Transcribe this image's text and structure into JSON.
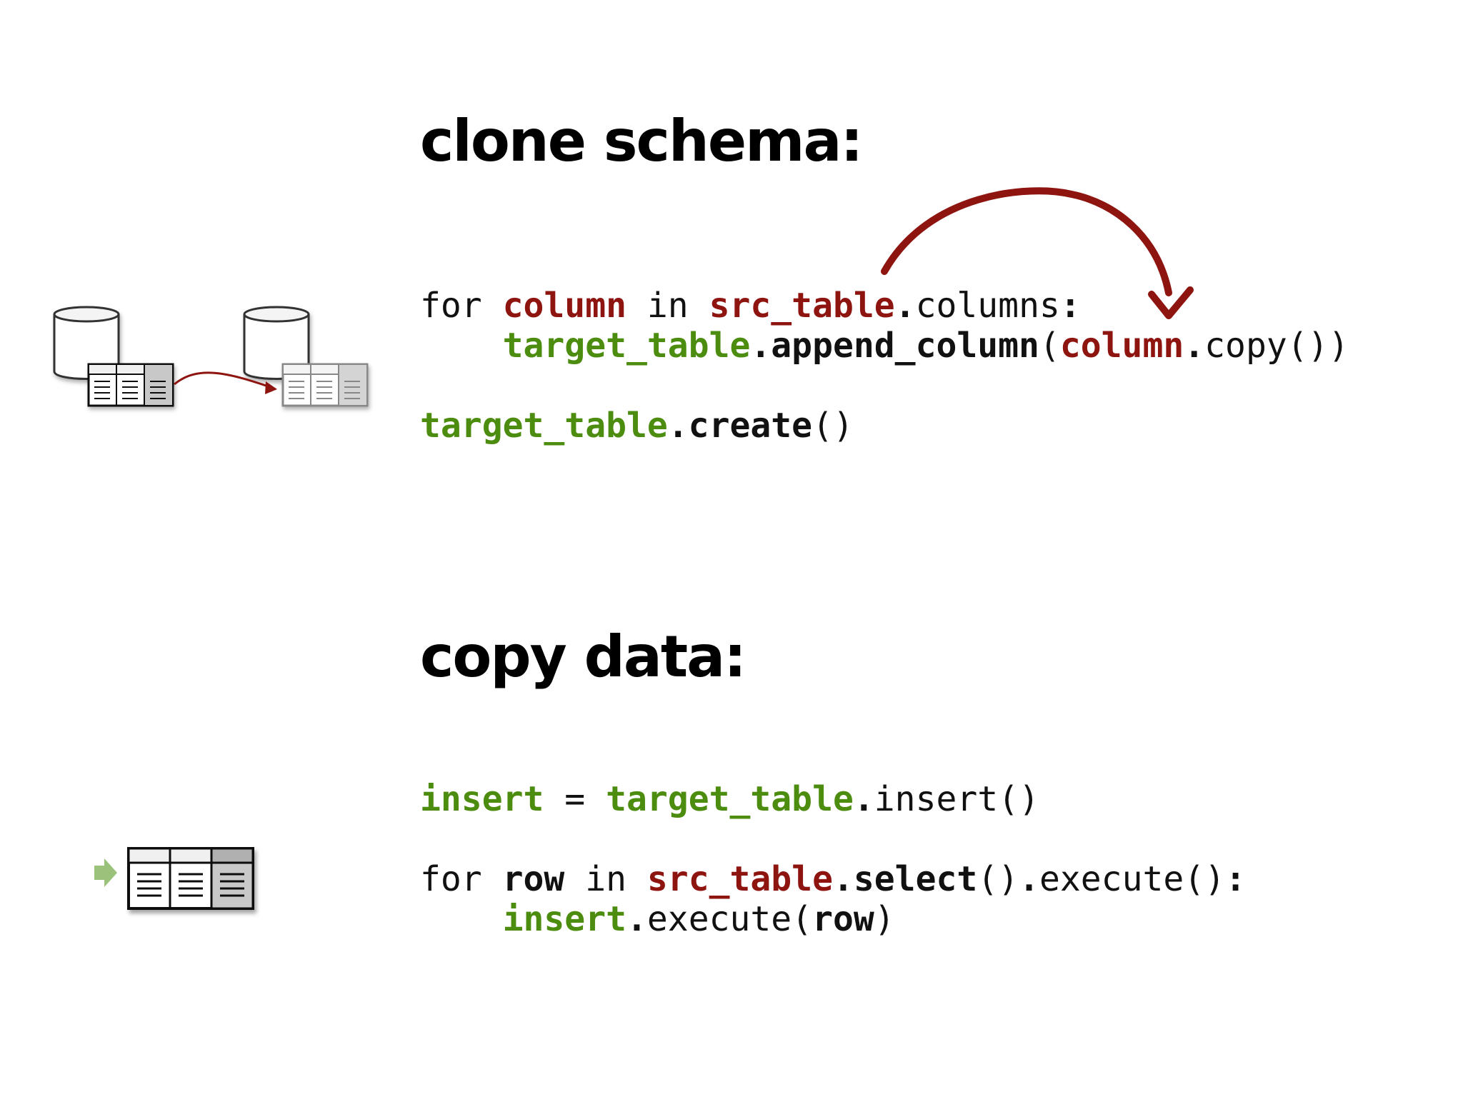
{
  "heading_clone": "clone schema:",
  "heading_copy": "copy data:",
  "code_clone": [
    [
      {
        "t": "for ",
        "c": "kw"
      },
      {
        "t": "column",
        "c": "var"
      },
      {
        "t": " in ",
        "c": "kw"
      },
      {
        "t": "src_table",
        "c": "var"
      },
      {
        "t": ".",
        "c": "meth"
      },
      {
        "t": "columns",
        "c": "plain"
      },
      {
        "t": ":",
        "c": "meth"
      }
    ],
    [
      {
        "t": "    ",
        "c": "plain"
      },
      {
        "t": "target_table",
        "c": "obj"
      },
      {
        "t": ".append_column",
        "c": "meth"
      },
      {
        "t": "(",
        "c": "plain"
      },
      {
        "t": "column",
        "c": "var"
      },
      {
        "t": ".",
        "c": "meth"
      },
      {
        "t": "copy())",
        "c": "plain"
      }
    ],
    [],
    [
      {
        "t": "target_table",
        "c": "obj"
      },
      {
        "t": ".create",
        "c": "meth"
      },
      {
        "t": "()",
        "c": "plain"
      }
    ]
  ],
  "code_copy": [
    [
      {
        "t": "insert",
        "c": "obj"
      },
      {
        "t": " = ",
        "c": "plain"
      },
      {
        "t": "target_table",
        "c": "obj"
      },
      {
        "t": ".",
        "c": "meth"
      },
      {
        "t": "insert()",
        "c": "plain"
      }
    ],
    [],
    [
      {
        "t": "for ",
        "c": "kw"
      },
      {
        "t": "row",
        "c": "meth"
      },
      {
        "t": " in ",
        "c": "kw"
      },
      {
        "t": "src_table",
        "c": "var"
      },
      {
        "t": ".select",
        "c": "meth"
      },
      {
        "t": "()",
        "c": "plain"
      },
      {
        "t": ".",
        "c": "meth"
      },
      {
        "t": "execute()",
        "c": "plain"
      },
      {
        "t": ":",
        "c": "meth"
      }
    ],
    [
      {
        "t": "    ",
        "c": "plain"
      },
      {
        "t": "insert",
        "c": "obj"
      },
      {
        "t": ".",
        "c": "meth"
      },
      {
        "t": "execute(",
        "c": "plain"
      },
      {
        "t": "row",
        "c": "meth"
      },
      {
        "t": ")",
        "c": "plain"
      }
    ]
  ],
  "colors": {
    "variable": "#8e1410",
    "object": "#4c8c0f",
    "arrow": "#8e1410",
    "insert_arrow": "#9bc27a"
  },
  "icons": {
    "clone": [
      "database-icon",
      "table-icon",
      "database-icon",
      "table-icon",
      "copy-arrow-icon"
    ],
    "copy": [
      "insert-arrow-icon",
      "table-icon"
    ]
  }
}
